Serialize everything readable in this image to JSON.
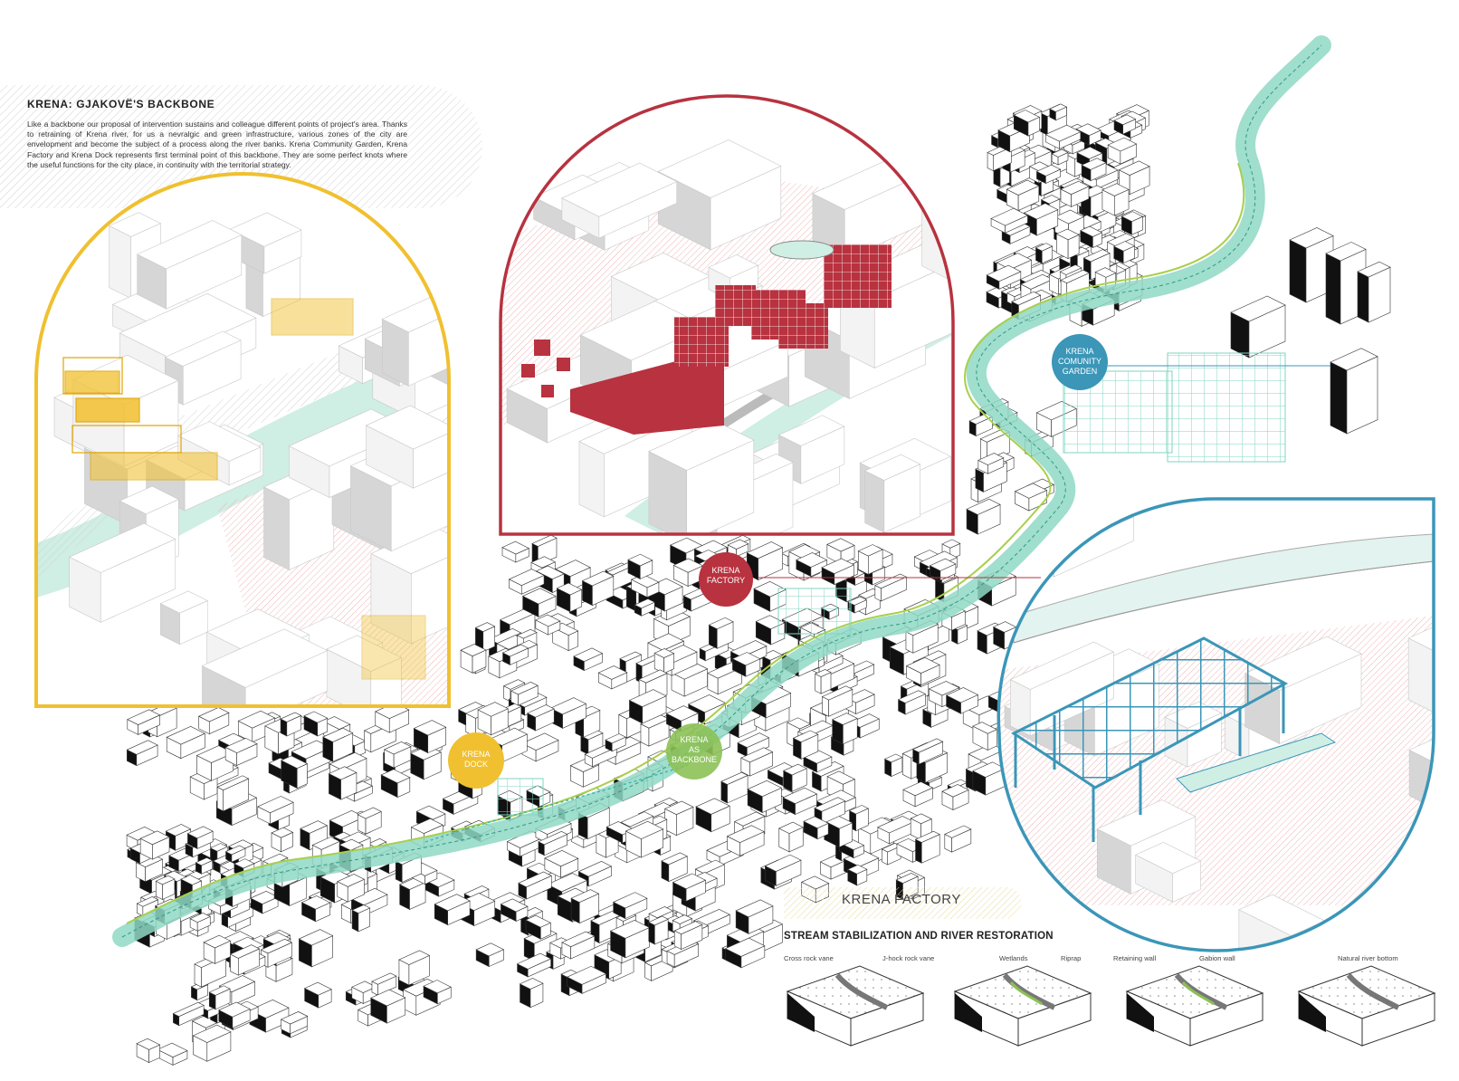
{
  "intro": {
    "title": "KRENA: GJAKOVË'S BACKBONE",
    "text": "Like a backbone our proposal of intervention sustains and colleague different points of project's area. Thanks to retraining of Krena river, for us a nevralgic and green infrastructure, various zones of the city are envelopment and become the subject of a process along the river banks. Krena Community Garden, Krena Factory and Krena Dock represents first terminal point of this backbone. They are some perfect knots where the useful functions for the city place, in continuity with the territorial strategy."
  },
  "markers": {
    "factory": [
      "KRENA",
      "FACTORY"
    ],
    "garden": [
      "KRENA",
      "COMUNITY",
      "GARDEN"
    ],
    "dock": [
      "KRENA",
      "DOCK"
    ],
    "backbone": [
      "KRENA",
      "AS",
      "BACKBONE"
    ]
  },
  "legend": {
    "section_title": "KRENA FACTORY",
    "stream_title": "STREAM STABILIZATION AND RIVER RESTORATION",
    "techniques": [
      "Cross rock vane",
      "J-hock rock vane",
      "Wetlands",
      "Riprap",
      "Retaining wall",
      "Gabion wall",
      "Natural river bottom"
    ]
  },
  "colors": {
    "dock": "#f0c030",
    "factory": "#b8323f",
    "garden": "#3b96b8",
    "backbone": "#8cc156",
    "river": "#8fd8c4",
    "pink_zone": "#f2c6c6"
  }
}
